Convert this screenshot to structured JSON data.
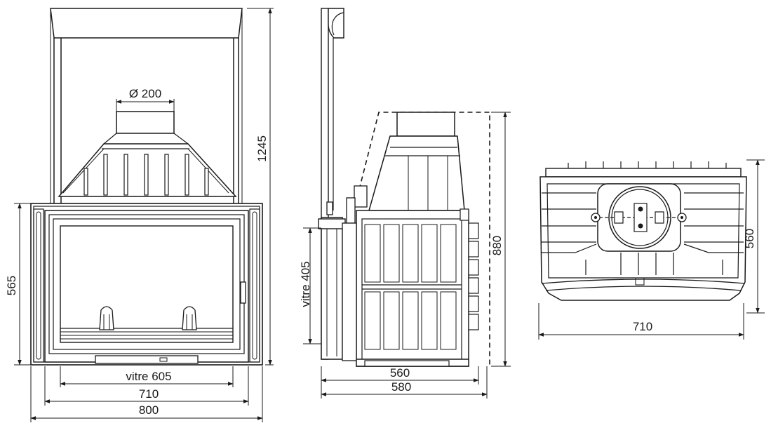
{
  "front_view": {
    "flue_diameter": "Ø 200",
    "total_height": "1245",
    "body_height": "565",
    "glass_width": "vitre 605",
    "inner_width": "710",
    "outer_width": "800"
  },
  "side_view": {
    "glass_height": "vitre 405",
    "height": "880",
    "depth_inner": "560",
    "depth_outer": "580"
  },
  "top_view": {
    "depth": "560",
    "width": "710"
  }
}
